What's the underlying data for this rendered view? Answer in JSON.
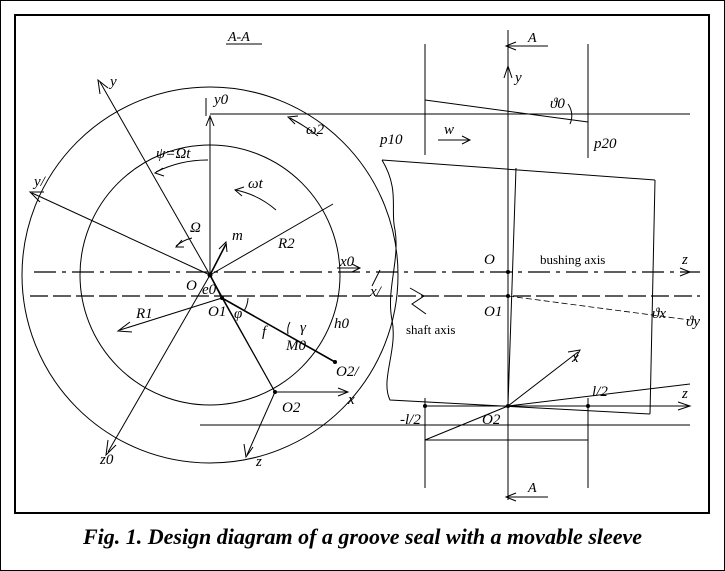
{
  "section_label": "A-A",
  "section_marks": [
    "A",
    "A"
  ],
  "caption": "Fig. 1. Design diagram of a groove seal with a movable sleeve",
  "axis_labels": {
    "y": "y",
    "y0": "y0",
    "y_prime": "y/",
    "y_right": "y",
    "x": "x",
    "x0": "x0",
    "x_prime": "x/",
    "x_bottom": "x",
    "x_right": "x",
    "z": "z",
    "z0": "z0",
    "z_top": "z",
    "z_bottom": "z"
  },
  "angle_labels": {
    "psi": "ψ=Ωt",
    "omega2": "ω2",
    "omega_t": "ωt",
    "Omega": "Ω",
    "gamma": "γ",
    "phi": "φ",
    "theta0": "ϑ0",
    "theta_x": "ϑx",
    "theta_y": "ϑy"
  },
  "point_labels": {
    "O": "O",
    "O_left": "O",
    "O1": "O1",
    "O1_right": "O1",
    "O2": "O2",
    "O2_right": "O2",
    "O2_prime": "O2/",
    "M0": "M0"
  },
  "dimension_labels": {
    "R1": "R1",
    "R2": "R2",
    "m": "m",
    "e0": "e0",
    "f": "f",
    "h0": "h0",
    "w": "w",
    "p10": "p10",
    "p20": "p20",
    "minus_l_half": "-l/2",
    "l_half": "l/2"
  },
  "annotations": {
    "bushing_axis": "bushing axis",
    "shaft_axis": "shaft axis"
  }
}
